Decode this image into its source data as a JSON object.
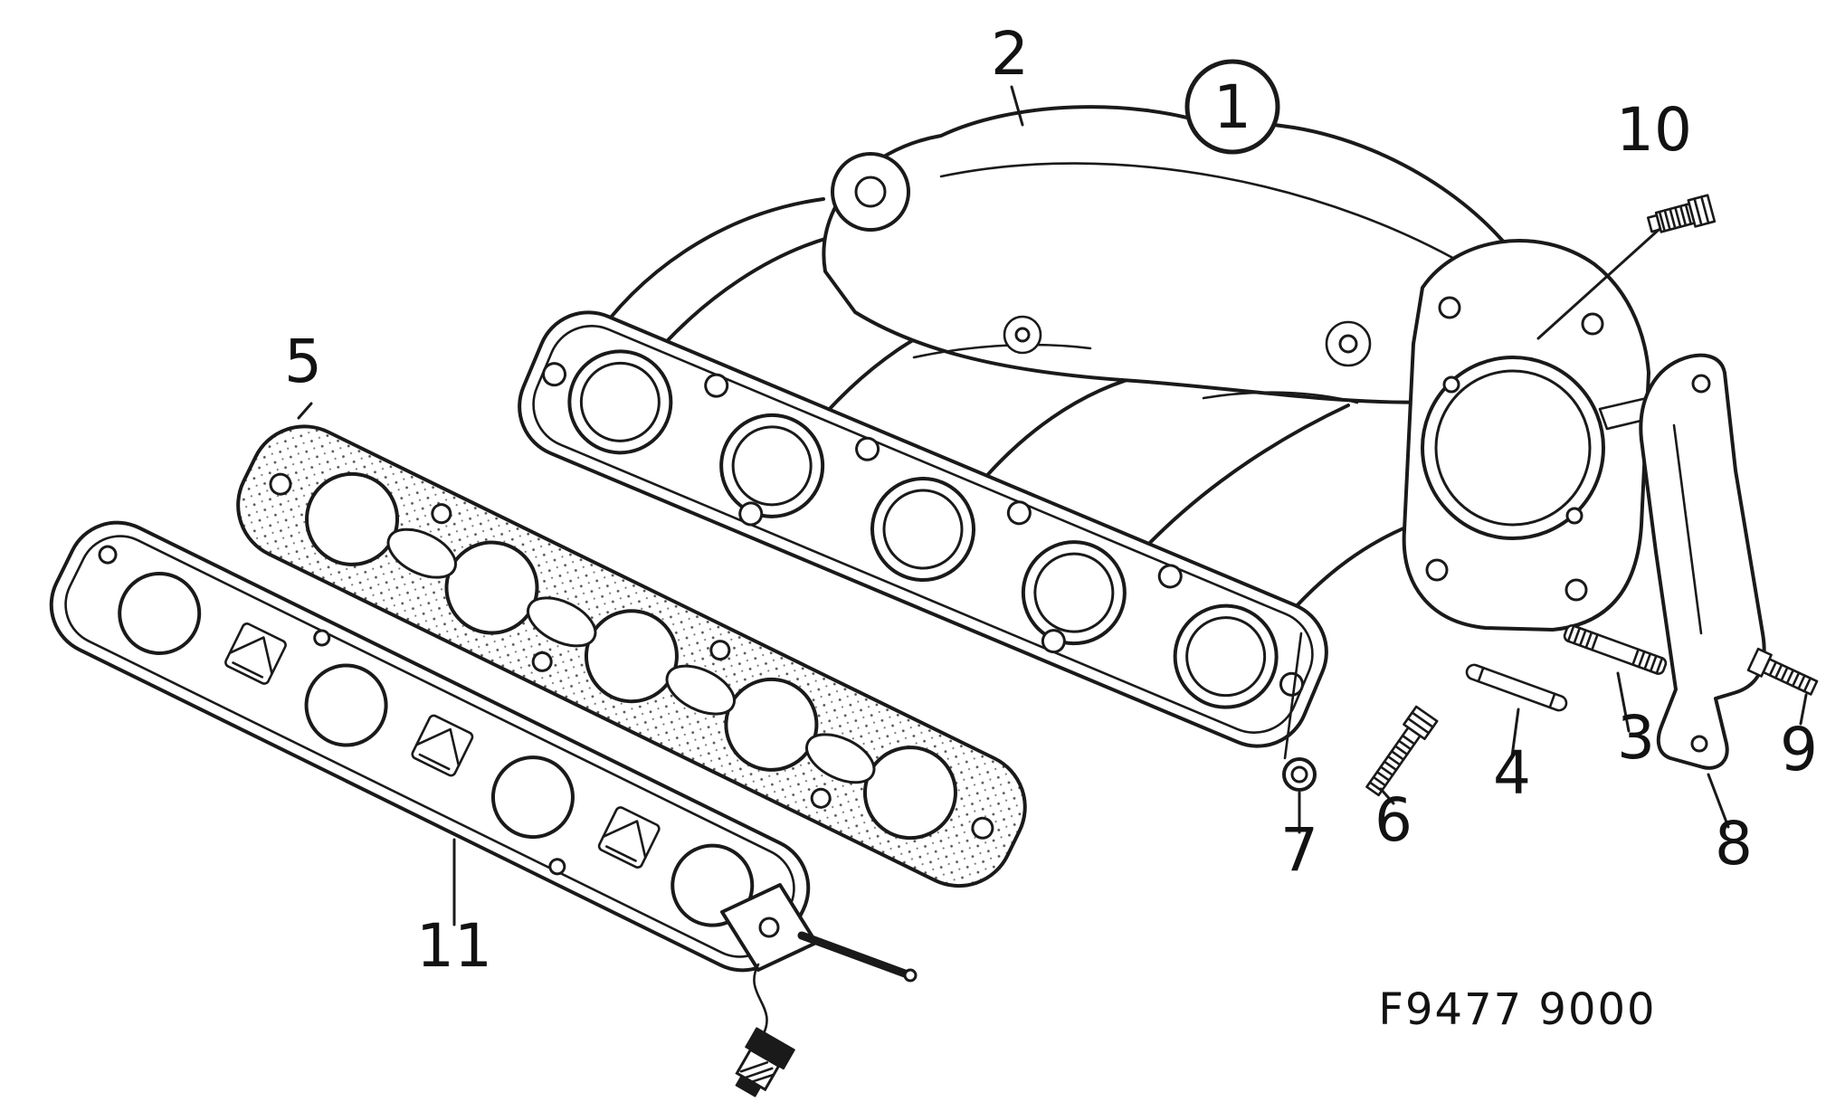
{
  "figure": {
    "code": "F9477 9000"
  },
  "callouts": {
    "part1": {
      "label": "1",
      "circled": true
    },
    "part2": {
      "label": "2"
    },
    "part3": {
      "label": "3"
    },
    "part4": {
      "label": "4"
    },
    "part5": {
      "label": "5"
    },
    "part6": {
      "label": "6"
    },
    "part7": {
      "label": "7"
    },
    "part8": {
      "label": "8"
    },
    "part9": {
      "label": "9"
    },
    "part10": {
      "label": "10"
    },
    "part11": {
      "label": "11"
    }
  },
  "colors": {
    "ink": "#1a1a1a",
    "paper": "#ffffff"
  }
}
